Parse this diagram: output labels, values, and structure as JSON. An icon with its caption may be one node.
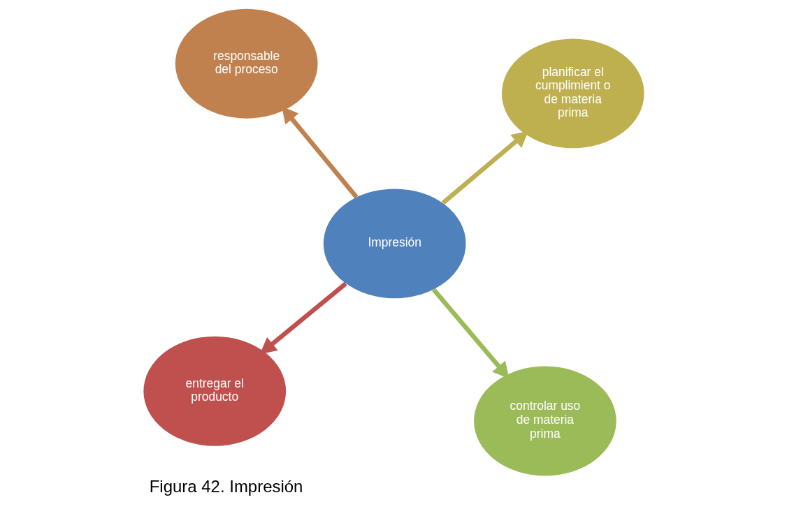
{
  "diagram": {
    "caption": "Figura 42. Impresión",
    "nodes": [
      {
        "text": [
          "entregar el producto"
        ]
      },
      {
        "text": [
          "controlar uso de materia prima"
        ]
      },
      {
        "text": [
          "Impresión"
        ]
      },
      {
        "text": [
          "responsable del proceso"
        ]
      },
      {
        "text": [
          "planificar el cumplimient o de materia prima"
        ]
      }
    ],
    "edges": [
      {
        "from": 2,
        "to": 0,
        "arrow": "to",
        "color": "#c0504d"
      },
      {
        "from": 2,
        "to": 1,
        "arrow": "to",
        "color": "#9bbb59"
      },
      {
        "from": 2,
        "to": 3,
        "arrow": "to",
        "color": "#c0814e"
      },
      {
        "from": 2,
        "to": 4,
        "arrow": "to",
        "color": "#bfb04f"
      }
    ]
  }
}
